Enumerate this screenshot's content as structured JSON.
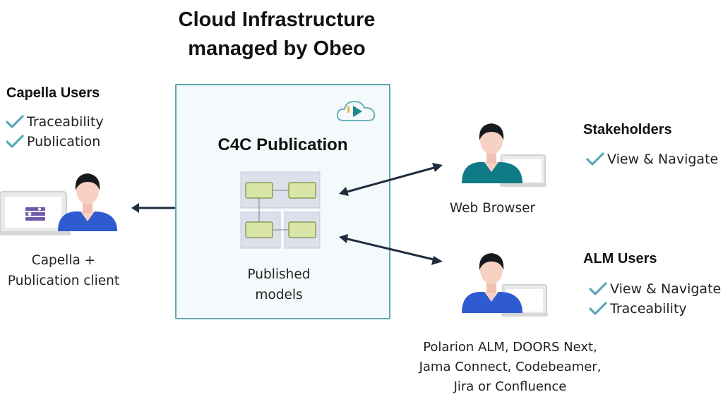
{
  "title": {
    "line1": "Cloud Infrastructure",
    "line2": "managed by Obeo"
  },
  "capella_users": {
    "heading": "Capella Users",
    "items": [
      "Traceability",
      "Publication"
    ],
    "caption_line1": "Capella +",
    "caption_line2": "Publication client"
  },
  "cloud": {
    "heading": "C4C Publication",
    "caption_line1": "Published",
    "caption_line2": "models"
  },
  "stakeholders": {
    "heading": "Stakeholders",
    "items": [
      "View & Navigate"
    ],
    "caption": "Web Browser"
  },
  "alm_users": {
    "heading": "ALM Users",
    "items": [
      "View & Navigate",
      "Traceability"
    ],
    "caption_line1": "Polarion ALM, DOORS Next,",
    "caption_line2": "Jama Connect, Codebeamer,",
    "caption_line3": "Jira or Confluence"
  },
  "colors": {
    "check": "#5ba8b5",
    "box_border": "#5fa7b0",
    "arrow": "#1e2c3e",
    "shirt_blue": "#2f5bd0",
    "shirt_teal": "#0f7b86",
    "skin": "#f7d2c4",
    "hair": "#16191d"
  }
}
